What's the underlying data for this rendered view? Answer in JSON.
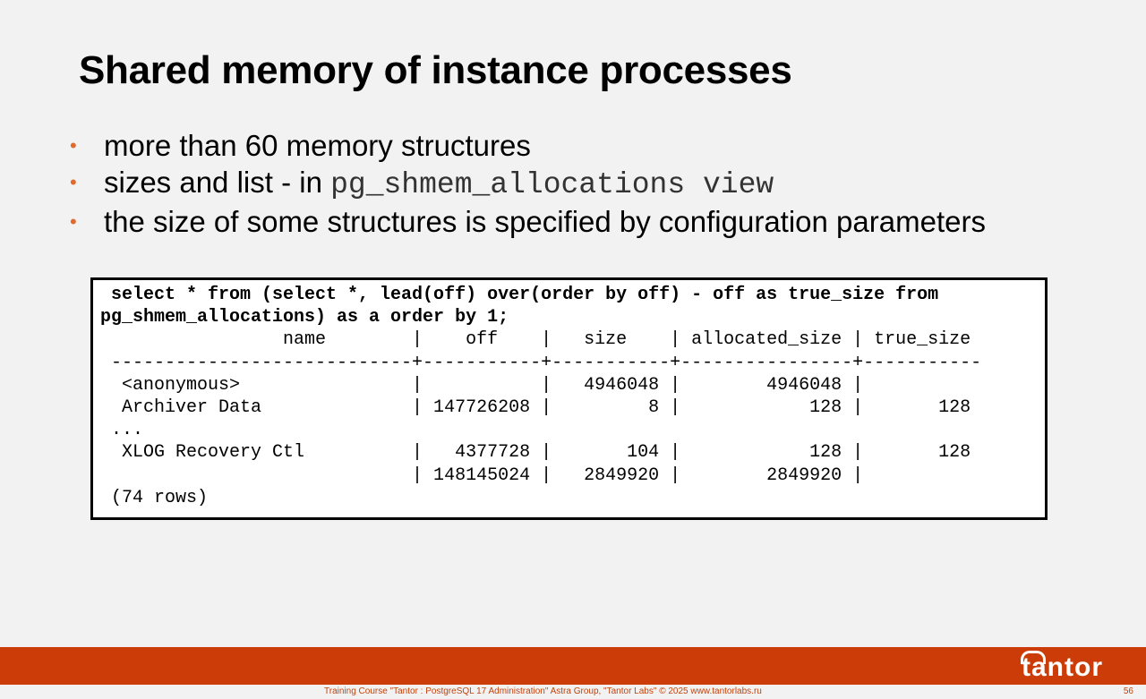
{
  "slide": {
    "title": "Shared memory of instance processes",
    "bullets": [
      {
        "text": "more than 60 memory structures"
      },
      {
        "text": "sizes and list - in ",
        "code": "pg_shmem_allocations view"
      },
      {
        "text": "the size of some structures is specified by configuration parameters"
      }
    ],
    "bullet_marker": "•",
    "code": {
      "query_line1": " select * from (select *, lead(off) over(order by off) - off as true_size from",
      "query_line2": "pg_shmem_allocations) as a order by 1;",
      "header": "                 name        |    off    |   size    | allocated_size | true_size",
      "separator": " ----------------------------+-----------+-----------+----------------+-----------",
      "rows": [
        "  <anonymous>                |           |   4946048 |        4946048 |",
        "  Archiver Data              | 147726208 |         8 |            128 |       128",
        " ...",
        "  XLOG Recovery Ctl          |   4377728 |       104 |            128 |       128",
        "                             | 148145024 |   2849920 |        2849920 |"
      ],
      "footer": " (74 rows)"
    }
  },
  "footer": {
    "logo": "tantor",
    "text": "Training Course \"Tantor : PostgreSQL 17 Administration\" Astra Group, \"Tantor Labs\" © 2025  www.tantorlabs.ru",
    "page_number": "56",
    "bar_color": "#cc3c08"
  },
  "colors": {
    "bullet": "#e06a2c",
    "background": "#f2f2f2"
  }
}
